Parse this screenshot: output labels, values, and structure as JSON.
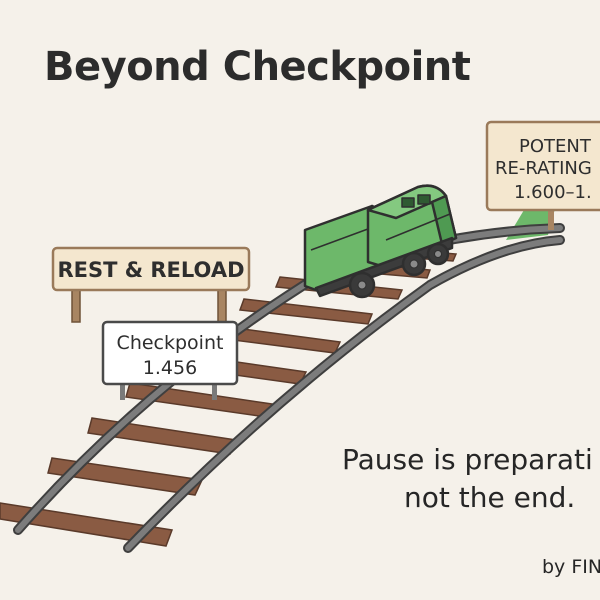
{
  "title": "Beyond Checkpoint",
  "signs": {
    "rest": {
      "label": "REST & RELOAD"
    },
    "checkpoint": {
      "label": "Checkpoint",
      "value": "1.456"
    },
    "potential": {
      "line1": "POTENT",
      "line2": "RE-RATING",
      "line3": "1.600–1."
    }
  },
  "tagline": {
    "line1": "Pause is preparati",
    "line2": "not the end."
  },
  "byline": "by FIN",
  "colors": {
    "background": "#f5f1ea",
    "train_green": "#6db86a",
    "train_dark": "#3f8a45",
    "rail": "#6d6d6d",
    "tie": "#8a5b43",
    "sign_fill": "#f4e7cf",
    "sign_border": "#9a7a5a",
    "text": "#2c2c2c"
  }
}
